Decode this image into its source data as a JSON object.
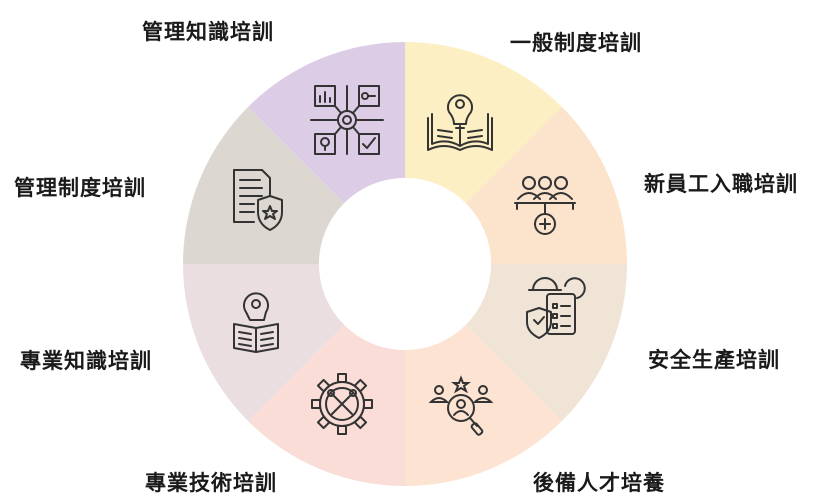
{
  "segments": [
    {
      "label": "一般制度培訓",
      "color": "#FCEFC4",
      "icon": "book-lightbulb-icon"
    },
    {
      "label": "新員工入職培訓",
      "color": "#FCE3CC",
      "icon": "team-add-icon"
    },
    {
      "label": "安全生產培訓",
      "color": "#EFE4D6",
      "icon": "safety-checklist-icon"
    },
    {
      "label": "後備人才培養",
      "color": "#FCE3D2",
      "icon": "talent-search-icon"
    },
    {
      "label": "專業技術培訓",
      "color": "#F9DDD6",
      "icon": "tools-gear-icon"
    },
    {
      "label": "專業知識培訓",
      "color": "#EBDEE1",
      "icon": "knowledge-book-icon"
    },
    {
      "label": "管理制度培訓",
      "color": "#DCD8D1",
      "icon": "document-shield-icon"
    },
    {
      "label": "管理知識培訓",
      "color": "#DDCCE6",
      "icon": "management-network-icon"
    }
  ]
}
